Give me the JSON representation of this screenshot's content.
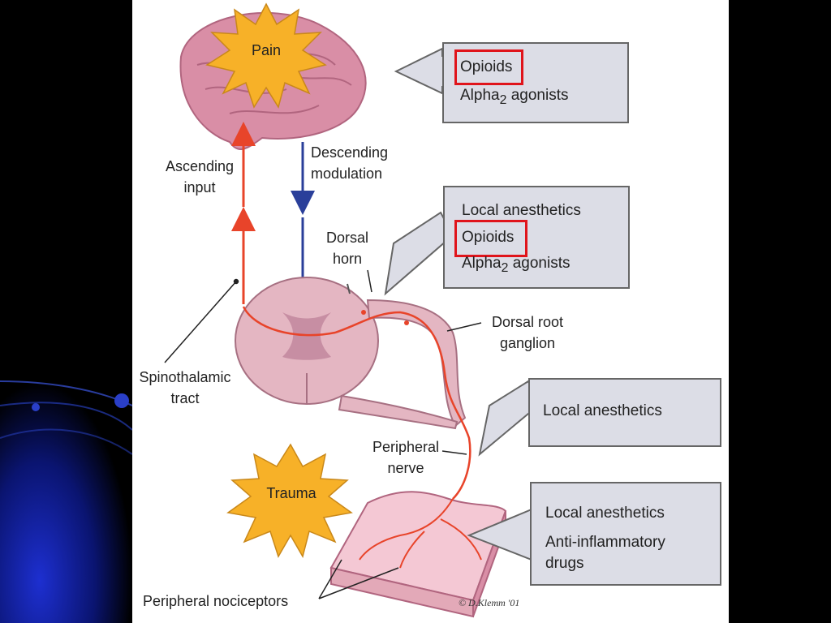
{
  "labels": {
    "pain": "Pain",
    "trauma": "Trauma",
    "ascending_input": "Ascending\ninput",
    "descending_modulation": "Descending\nmodulation",
    "dorsal_horn": "Dorsal\nhorn",
    "dorsal_root_ganglion": "Dorsal root\nganglion",
    "spinothalamic_tract": "Spinothalamic\ntract",
    "peripheral_nerve": "Peripheral\nnerve",
    "peripheral_nociceptors": "Peripheral nociceptors"
  },
  "boxes": {
    "brain": {
      "line1": "Opioids",
      "line2_main": "Alpha",
      "line2_sub": "2",
      "line2_rest": " agonists"
    },
    "dorsal": {
      "line1": "Local anesthetics",
      "line2": "Opioids",
      "line3_main": "Alpha",
      "line3_sub": "2",
      "line3_rest": " agonists"
    },
    "nerve": {
      "line1": "Local anesthetics"
    },
    "periphery": {
      "line1": "Local anesthetics",
      "line2": "Anti-inflammatory",
      "line3": "drugs"
    }
  },
  "copyright": "© D.Klemm '01",
  "colors": {
    "highlight": "#e0141b",
    "ascending_path": "#e8442a",
    "descending_path": "#2a3f9a",
    "box_fill": "#dcdde6",
    "star_fill": "#f7b128"
  }
}
